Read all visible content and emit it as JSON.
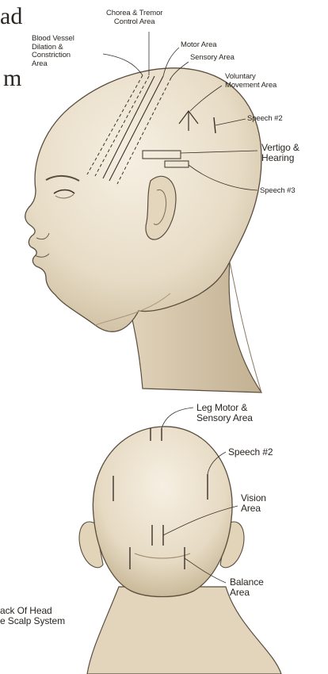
{
  "title_fragments": {
    "top": "ad",
    "second": "m"
  },
  "side_labels": {
    "blood_vessel": [
      "Blood Vessel",
      "Dilation &",
      "Constriction",
      "Area"
    ],
    "chorea_tremor": [
      "Chorea & Tremor",
      "Control Area"
    ],
    "motor_area": "Motor Area",
    "sensory_area": "Sensory Area",
    "voluntary_movement": [
      "Voluntary",
      "Movement Area"
    ],
    "speech_2": "Speech #2",
    "vertigo_hearing": [
      "Vertigo &",
      "Hearing"
    ],
    "speech_3": "Speech #3"
  },
  "back_labels": {
    "leg_motor": [
      "Leg Motor &",
      "Sensory Area"
    ],
    "speech_2": "Speech #2",
    "vision": [
      "Vision",
      "Area"
    ],
    "balance": [
      "Balance",
      "Area"
    ],
    "caption": [
      "ack Of Head",
      "e Scalp System"
    ]
  },
  "colors": {
    "skin": "#ece2cf",
    "skin_shade": "#c9b99b",
    "outline": "#5a4d3e",
    "ink": "#2a2520"
  }
}
